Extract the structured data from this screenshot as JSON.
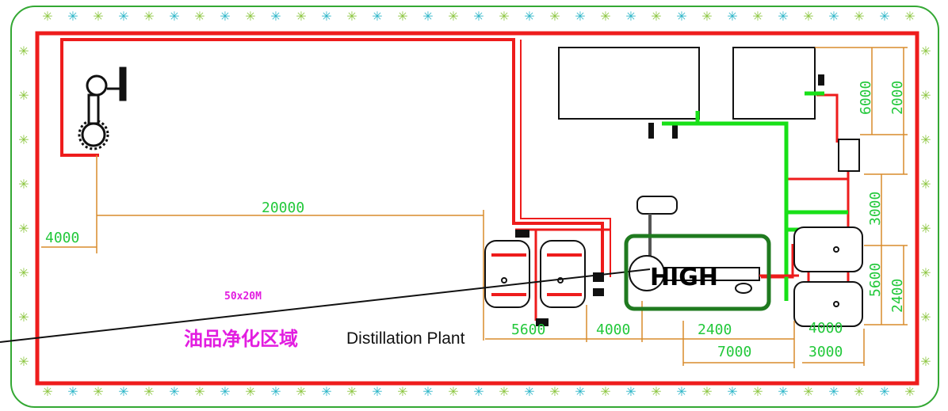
{
  "diagram": {
    "area_label": "50x20M",
    "plant_label_cn": "油品净化区域",
    "plant_label_en": "Distillation Plant",
    "highlight_label": "HIGH",
    "dimensions": {
      "overall_length": "20000",
      "left_offset": "4000",
      "tank_pair_width": "5600",
      "gap_to_unit": "4000",
      "unit_to_tanks": "2400",
      "unit_span": "7000",
      "right_tank_width": "4000",
      "right_span": "3000",
      "upper_right_a": "6000",
      "upper_right_b": "2000",
      "right_vertical_mid": "3000",
      "right_vertical_tank": "5600",
      "right_vertical_small": "2400"
    },
    "colors": {
      "pipe_red": "#ee1c1c",
      "pipe_green": "#18e018",
      "dimension": "#22c83a",
      "leader": "#d98b2b",
      "highlight_box": "#1f7a1f",
      "fence_green": "#33a833"
    }
  }
}
